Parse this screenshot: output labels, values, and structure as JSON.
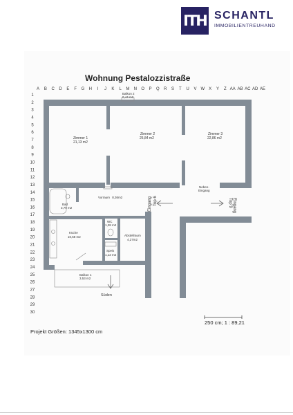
{
  "brand": {
    "mark": "ITH",
    "name": "SCHANTL",
    "tagline": "IMMOBILIENTREUHAND",
    "color": "#272262"
  },
  "plan": {
    "title": "Wohnung  Pestalozzistraße",
    "columns": [
      "A",
      "B",
      "C",
      "D",
      "E",
      "F",
      "G",
      "H",
      "I",
      "J",
      "K",
      "L",
      "M",
      "N",
      "O",
      "P",
      "Q",
      "R",
      "S",
      "T",
      "U",
      "V",
      "W",
      "X",
      "Y",
      "Z",
      "AA",
      "AB",
      "AC",
      "AD",
      "AE"
    ],
    "rows": [
      "1",
      "2",
      "3",
      "4",
      "5",
      "6",
      "7",
      "8",
      "9",
      "10",
      "11",
      "12",
      "13",
      "14",
      "15",
      "16",
      "17",
      "18",
      "19",
      "20",
      "21",
      "22",
      "23",
      "24",
      "25",
      "26",
      "27",
      "28",
      "29",
      "30"
    ],
    "wall_color": "#828c96",
    "rooms": [
      {
        "name": "Zimmer 1",
        "area": "21,13 m2"
      },
      {
        "name": "Zimmer 2",
        "area": "25,84 m2"
      },
      {
        "name": "Zimmer 3",
        "area": "22,86 m2"
      },
      {
        "name": "Balkon 2",
        "area": "0,44 m2"
      },
      {
        "name": "Bad",
        "area": "3,79 m2"
      },
      {
        "name": "Vorraum",
        "area": "8,36m2"
      },
      {
        "name": "WC",
        "area": "1,28 m2"
      },
      {
        "name": "Küche",
        "area": "10,58 m2"
      },
      {
        "name": "Abstellraum",
        "area": "4,27m2"
      },
      {
        "name": "Speis",
        "area": "1,12 m2"
      },
      {
        "name": "Balkon 1",
        "area": "3,53 m2"
      }
    ],
    "labels": {
      "neben_eingang": [
        "Neben-",
        "Eingang"
      ],
      "eingang_top6": "Eingang",
      "top6": "Top 6",
      "top9": "Top 9",
      "eingang_top9": "Eingang",
      "sueden": "Süden"
    },
    "scale": "250 cm;  1 : 89,21",
    "project_size": "Projekt Größen: 1345x1300 cm"
  }
}
